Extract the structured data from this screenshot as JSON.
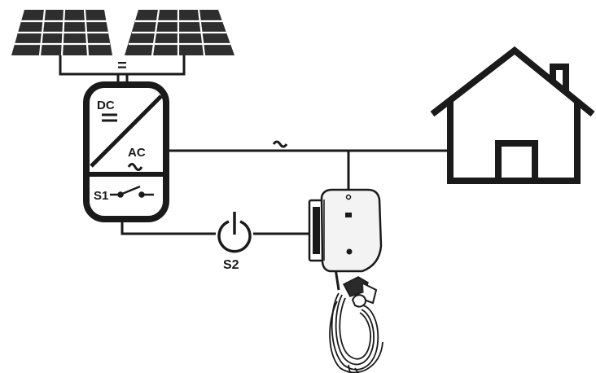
{
  "inverter": {
    "dc_label": "DC",
    "dc_symbol": "=",
    "ac_label": "AC",
    "ac_symbol": "~",
    "switch_label": "S1"
  },
  "panel_link_symbol": "=",
  "ac_line_symbol": "~",
  "switch2_label": "S2",
  "colors": {
    "line": "#1a1a1a",
    "background": "#ffffff",
    "panel_cell": "#3a3a3a",
    "charger_body": "#f3f3f3"
  }
}
